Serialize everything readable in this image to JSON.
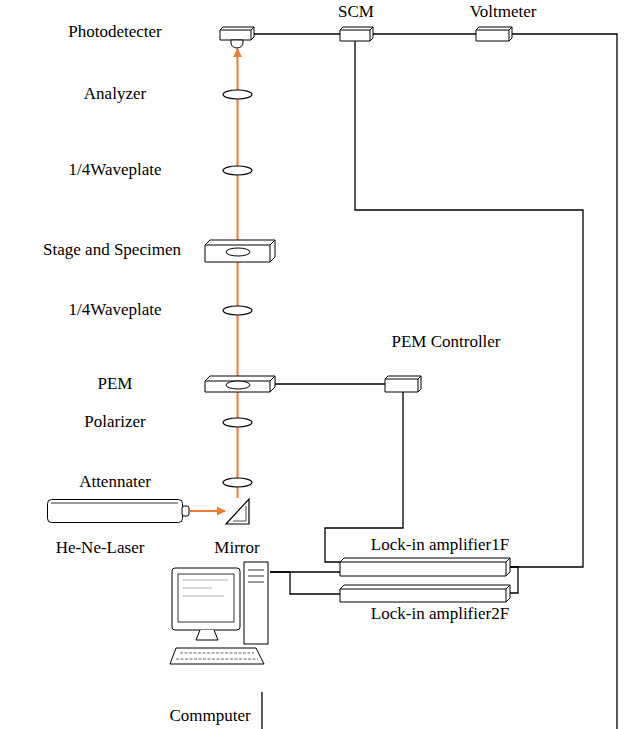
{
  "diagram": {
    "nodes": [
      {
        "text": [
          "Photodetecter"
        ]
      },
      {
        "text": [
          "SCM"
        ]
      },
      {
        "text": [
          "Voltmeter"
        ]
      },
      {
        "text": [
          "Analyzer"
        ]
      },
      {
        "text": [
          "1/4Waveplate"
        ]
      },
      {
        "text": [
          "Stage and Specimen"
        ]
      },
      {
        "text": [
          "1/4Waveplate"
        ]
      },
      {
        "text": [
          "PEM"
        ]
      },
      {
        "text": [
          "PEM Controller"
        ]
      },
      {
        "text": [
          "Polarizer"
        ]
      },
      {
        "text": [
          "Attennater"
        ]
      },
      {
        "text": [
          "He-Ne-Laser"
        ]
      },
      {
        "text": [
          "Mirror"
        ]
      },
      {
        "text": [
          "Lock-in amplifier1F"
        ]
      },
      {
        "text": [
          "Lock-in amplifier2F"
        ]
      },
      {
        "text": [
          "Commputer"
        ]
      }
    ],
    "edges": [
      {
        "from": 11,
        "to": 12,
        "arrow": "to"
      },
      {
        "from": 12,
        "to": 0,
        "arrow": "to"
      },
      {
        "from": 0,
        "to": 1,
        "arrow": "none"
      },
      {
        "from": 1,
        "to": 2,
        "arrow": "none"
      },
      {
        "from": 1,
        "to": 13,
        "arrow": "none"
      },
      {
        "from": 7,
        "to": 8,
        "arrow": "none"
      },
      {
        "from": 8,
        "to": 13,
        "arrow": "none"
      },
      {
        "from": 13,
        "to": 14,
        "arrow": "none"
      },
      {
        "from": 15,
        "to": 13,
        "arrow": "none"
      },
      {
        "from": 15,
        "to": 14,
        "arrow": "none"
      }
    ]
  }
}
